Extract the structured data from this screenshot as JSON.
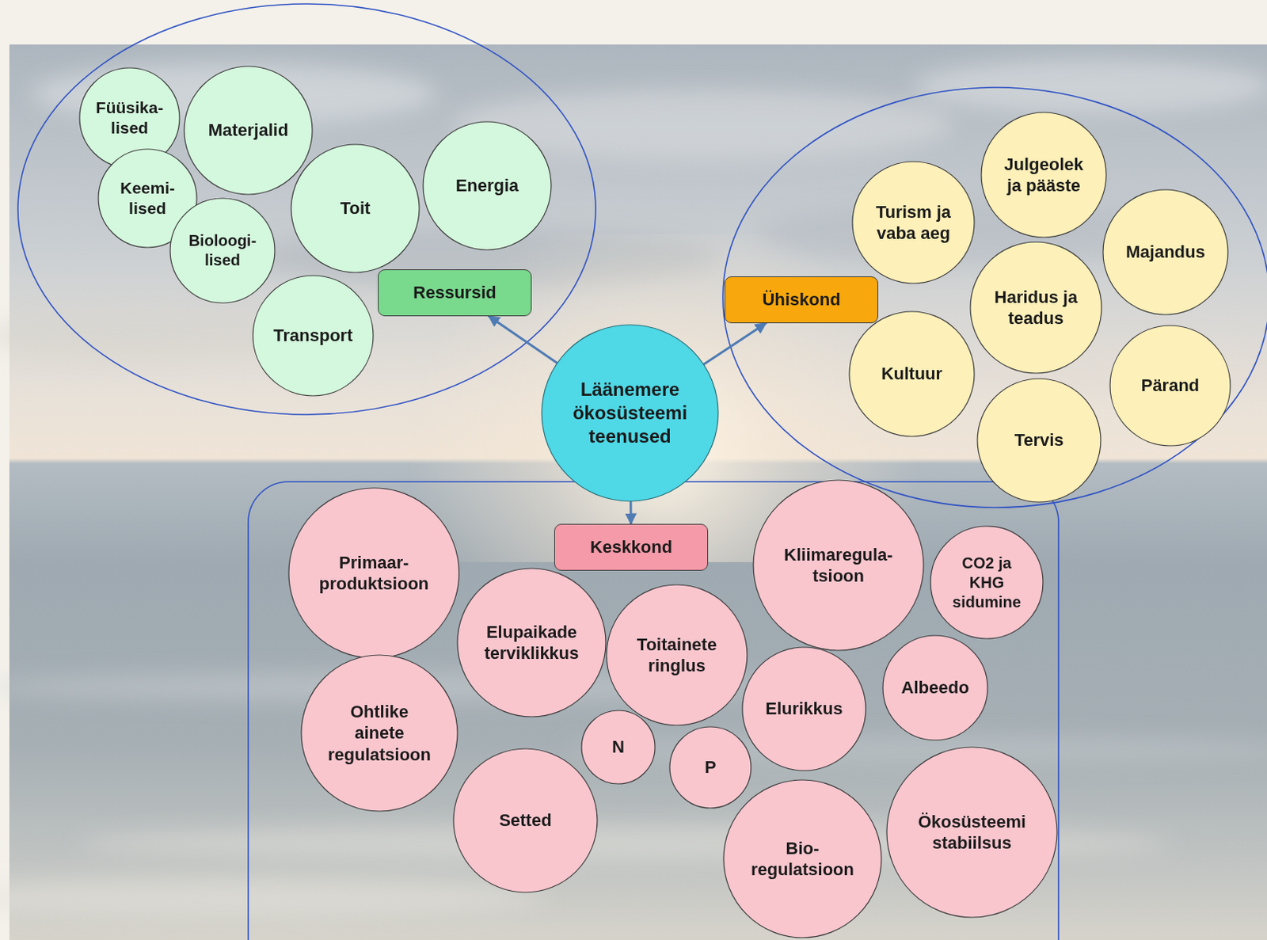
{
  "diagram": {
    "nodes": [
      {
        "text": [
          "Füüsika- lised"
        ]
      },
      {
        "text": [
          "Materjalid"
        ]
      },
      {
        "text": [
          "Keemi- lised"
        ]
      },
      {
        "text": [
          "Toit"
        ]
      },
      {
        "text": [
          "Energia"
        ]
      },
      {
        "text": [
          "Bioloogi- lised"
        ]
      },
      {
        "text": [
          "Transport"
        ]
      },
      {
        "text": [
          "Ressursid"
        ]
      },
      {
        "text": [
          "Läänemere ökosüsteemi teenused"
        ]
      },
      {
        "text": [
          "Ühiskond"
        ]
      },
      {
        "text": [
          "Turism ja vaba aeg"
        ]
      },
      {
        "text": [
          "Julgeolek ja pääste"
        ]
      },
      {
        "text": [
          "Majandus"
        ]
      },
      {
        "text": [
          "Haridus ja teadus"
        ]
      },
      {
        "text": [
          "Kultuur"
        ]
      },
      {
        "text": [
          "Pärand"
        ]
      },
      {
        "text": [
          "Tervis"
        ]
      },
      {
        "text": [
          "Keskkond"
        ]
      },
      {
        "text": [
          "Primaar- produktsioon"
        ]
      },
      {
        "text": [
          "Elupaikade terviklikkus"
        ]
      },
      {
        "text": [
          "Toitainete ringlus"
        ]
      },
      {
        "text": [
          "Kliimaregula- tsioon"
        ]
      },
      {
        "text": [
          "CO2 ja KHG sidumine"
        ]
      },
      {
        "text": [
          "Ohtlike ainete regulatsioon"
        ]
      },
      {
        "text": [
          "N"
        ]
      },
      {
        "text": [
          "P"
        ]
      },
      {
        "text": [
          "Elurikkus"
        ]
      },
      {
        "text": [
          "Albeedo"
        ]
      },
      {
        "text": [
          "Setted"
        ]
      },
      {
        "text": [
          "Bio- regulatsioon"
        ]
      },
      {
        "text": [
          "Ökosüsteemi stabiilsus"
        ]
      }
    ],
    "edges": [
      {
        "from": 8,
        "to": 7,
        "arrow": "to"
      },
      {
        "from": 8,
        "to": 9,
        "arrow": "to"
      },
      {
        "from": 8,
        "to": 17,
        "arrow": "to"
      }
    ]
  }
}
